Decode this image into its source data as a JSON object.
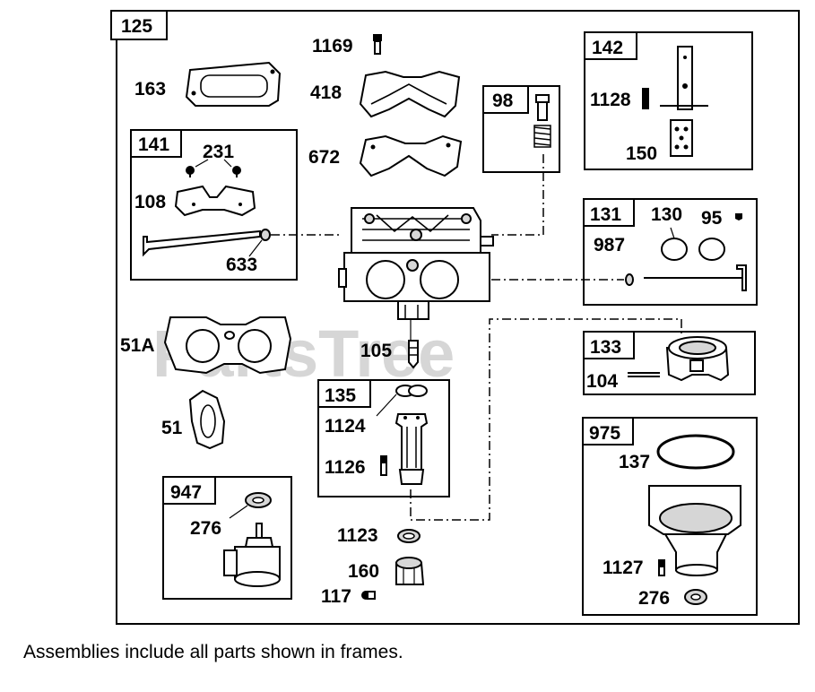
{
  "watermark": "PartsTree",
  "footer_note": "Assemblies include all parts shown in frames.",
  "frames": {
    "main": "125",
    "f141": "141",
    "f98": "98",
    "f142": "142",
    "f131": "131",
    "f133": "133",
    "f135": "135",
    "f947": "947",
    "f975": "975"
  },
  "parts": {
    "p163": "163",
    "p1169": "1169",
    "p418": "418",
    "p672": "672",
    "p231": "231",
    "p108": "108",
    "p633": "633",
    "p1128": "1128",
    "p150": "150",
    "p130": "130",
    "p95": "95",
    "p987": "987",
    "p51A": "51A",
    "p51": "51",
    "p105": "105",
    "p1124": "1124",
    "p1126": "1126",
    "p104": "104",
    "p137": "137",
    "p276a": "276",
    "p1123": "1123",
    "p160": "160",
    "p117": "117",
    "p1127": "1127",
    "p276b": "276"
  }
}
